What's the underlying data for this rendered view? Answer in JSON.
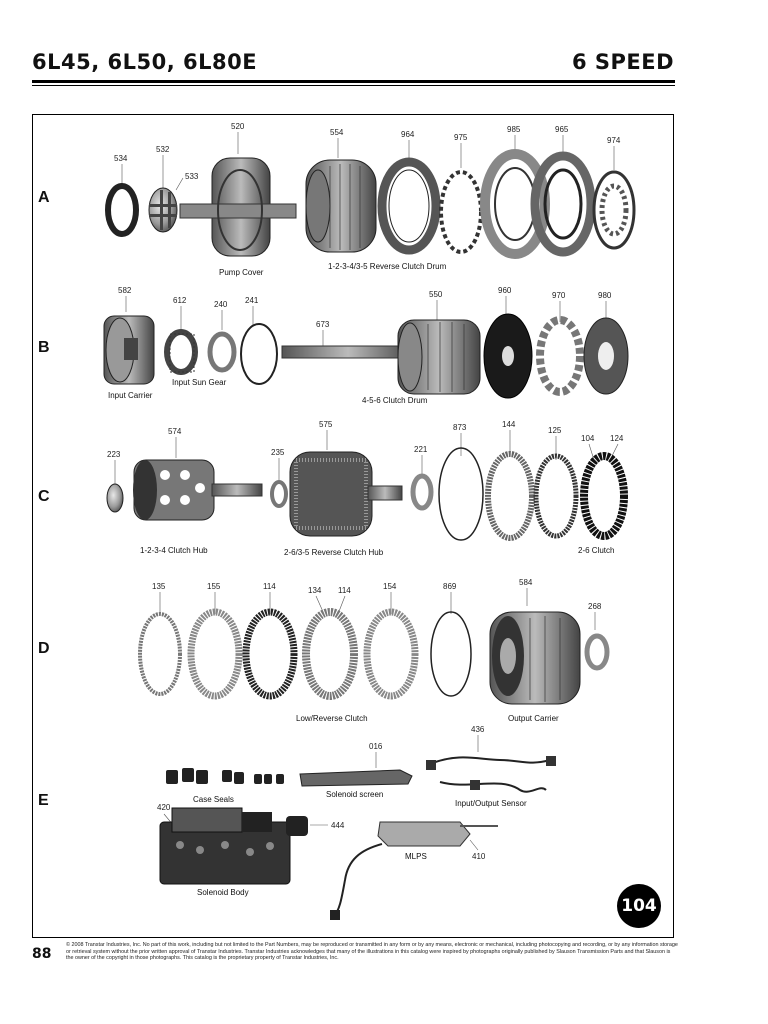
{
  "header": {
    "title_left": "6L45, 6L50, 6L80E",
    "title_right": "6 SPEED"
  },
  "rows": [
    "A",
    "B",
    "C",
    "D",
    "E"
  ],
  "part_numbers": {
    "a": [
      "534",
      "532",
      "533",
      "520",
      "554",
      "964",
      "975",
      "985",
      "965",
      "974"
    ],
    "b": [
      "582",
      "612",
      "240",
      "241",
      "673",
      "550",
      "960",
      "970",
      "980"
    ],
    "c": [
      "223",
      "574",
      "235",
      "575",
      "221",
      "873",
      "144",
      "125",
      "104",
      "124"
    ],
    "d": [
      "135",
      "155",
      "114",
      "134",
      "114",
      "154",
      "869",
      "584",
      "268"
    ],
    "e": [
      "016",
      "436",
      "420",
      "444",
      "410"
    ]
  },
  "captions": {
    "pump_cover": "Pump Cover",
    "reverse_clutch_drum": "1-2-3-4/3-5 Reverse Clutch Drum",
    "input_carrier": "Input Carrier",
    "input_sun_gear": "Input Sun Gear",
    "clutch_drum_456": "4-5-6 Clutch Drum",
    "clutch_hub_1234": "1-2-3-4 Clutch Hub",
    "reverse_clutch_hub": "2-6/3-5 Reverse Clutch Hub",
    "clutch_26": "2-6 Clutch",
    "low_reverse_clutch": "Low/Reverse Clutch",
    "output_carrier": "Output Carrier",
    "case_seals": "Case Seals",
    "solenoid_screen": "Solenoid screen",
    "io_sensor": "Input/Output Sensor",
    "solenoid_body": "Solenoid Body",
    "mlps": "MLPS"
  },
  "page_badge": "104",
  "page_number": "88",
  "copyright": "© 2008 Transtar Industries, Inc. No part of this work, including but not limited to the Part Numbers, may be reproduced or transmitted in any form or by any means, electronic or mechanical, including photocopying and recording, or by any information storage or retrieval system without the prior written approval of Transtar Industries. Transtar Industries acknowledges that many of the illustrations in this catalog were inspired by photographs originally published by Slauson Transmission Parts and that Slauson is the owner of the copyright in those photographs. This catalog is the proprietary property of Transtar Industries, Inc."
}
